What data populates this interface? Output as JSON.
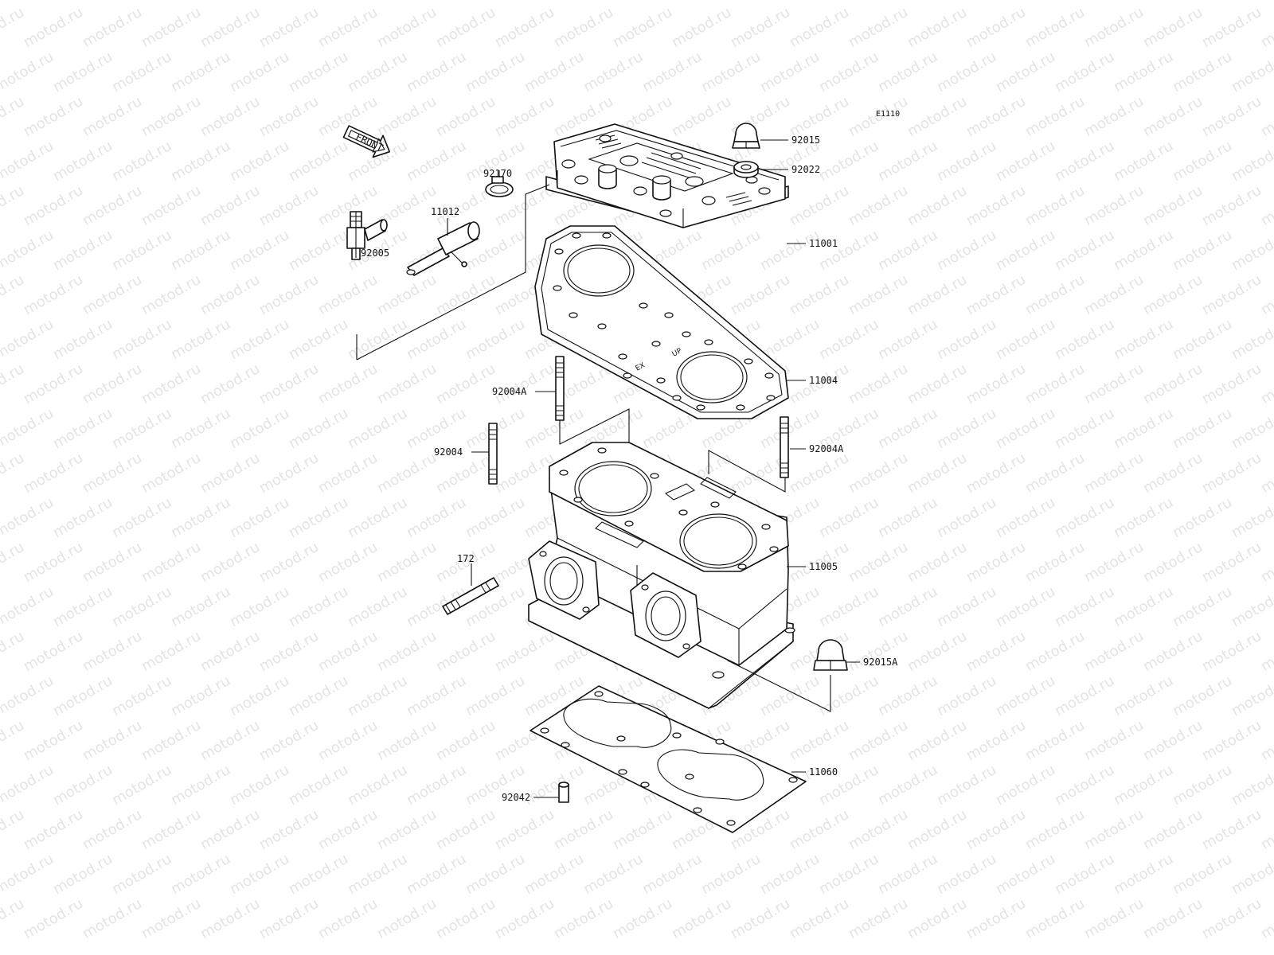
{
  "watermark": {
    "text": "motod.ru",
    "color": "#e4e4e4"
  },
  "diagram_code": "E1110",
  "front_label": "FRONT",
  "gasket_marks": {
    "up": "UP",
    "ex": "EX"
  },
  "parts": [
    {
      "id": "cap-nut",
      "label": "92015"
    },
    {
      "id": "washer",
      "label": "92022"
    },
    {
      "id": "hose-clamp",
      "label": "92170"
    },
    {
      "id": "temp-sensor",
      "label": "11012"
    },
    {
      "id": "fitting",
      "label": "92005"
    },
    {
      "id": "cylinder-head",
      "label": "11001"
    },
    {
      "id": "head-gasket",
      "label": "11004"
    },
    {
      "id": "stud-a-left",
      "label": "92004A"
    },
    {
      "id": "stud",
      "label": "92004"
    },
    {
      "id": "stud-a-right",
      "label": "92004A"
    },
    {
      "id": "cylinder",
      "label": "11005"
    },
    {
      "id": "exhaust-stud",
      "label": "172"
    },
    {
      "id": "cap-nut-a",
      "label": "92015A"
    },
    {
      "id": "base-gasket",
      "label": "11060"
    },
    {
      "id": "dowel-pin",
      "label": "92042"
    }
  ]
}
